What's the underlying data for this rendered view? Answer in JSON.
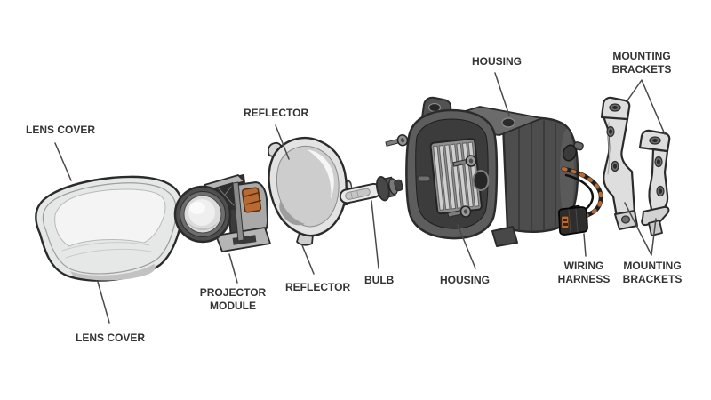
{
  "palette": {
    "label-color": "#333333",
    "leader-color": "#4a4a4a",
    "outline": "#2b2b2b",
    "metal-light": "#dedede",
    "metal-mid": "#b5b5b5",
    "lens-light": "#f4f4f4",
    "lens-mid": "#e6e7e7",
    "housing-mid": "#5d5d5d",
    "housing-dark": "#3c3c3c",
    "housing-deep": "#2e2e2e",
    "cable-black": "#1e1e1e",
    "accent-orange": "#b96a32",
    "background": "#ffffff"
  },
  "labels": {
    "lens_cover_top": "LENS COVER",
    "reflector_top": "REFLECTOR",
    "housing_top": "HOUSING",
    "mounting_brackets_top": "MOUNTING\nBRACKETS",
    "projector_module": "PROJECTOR\nMODULE",
    "reflector_bottom": "REFLECTOR",
    "lens_cover_bottom": "LENS COVER",
    "bulb": "BULB",
    "housing_bottom": "HOUSING",
    "wiring_harness": "WIRING\nHARNESS",
    "mounting_brackets_bottom": "MOUNTING\nBRACKETS"
  }
}
